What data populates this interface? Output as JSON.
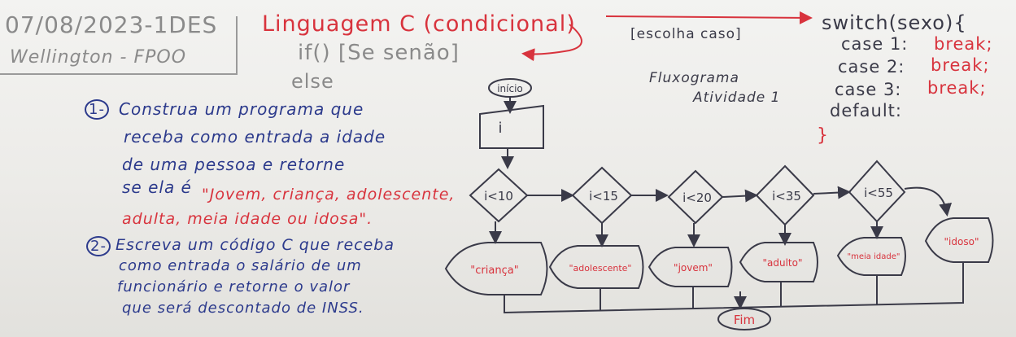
{
  "header": {
    "date_class": "07/08/2023-1DES",
    "teacher": "Wellington - FPOO",
    "title": "Linguagem C (condicional)",
    "if_line": "if() [Se senão]",
    "else_line": "else",
    "escolha": "[escolha caso]"
  },
  "switch_block": {
    "header": "switch(sexo){",
    "cases": [
      {
        "case": "case 1:",
        "action": "break;"
      },
      {
        "case": "case 2:",
        "action": "break;"
      },
      {
        "case": "case 3:",
        "action": "break;"
      }
    ],
    "default": "default:",
    "close": "}"
  },
  "fluxograma": {
    "title": "Fluxograma",
    "subtitle": "Atividade 1"
  },
  "exercise1": {
    "number": "1-",
    "lines": [
      "Construa um programa que",
      "receba como entrada a idade",
      "de uma pessoa e retorne",
      "se ela é"
    ],
    "highlight1": "\"Jovem, criança, adolescente,",
    "highlight2": "adulta, meia idade ou idosa\"."
  },
  "exercise2": {
    "number": "2-",
    "lines": [
      "Escreva um código C que receba",
      "como entrada o salário de um",
      "funcionário e retorne o valor",
      "que será descontado de INSS."
    ]
  },
  "flowchart": {
    "start": "início",
    "input": "i",
    "conditions": [
      "i<10",
      "i<15",
      "i<20",
      "i<35",
      "i<55"
    ],
    "outputs": [
      "\"criança\"",
      "\"adolescente\"",
      "\"jovem\"",
      "\"adulto\"",
      "\"meia idade\"",
      "\"idoso\""
    ],
    "end": "Fim"
  }
}
